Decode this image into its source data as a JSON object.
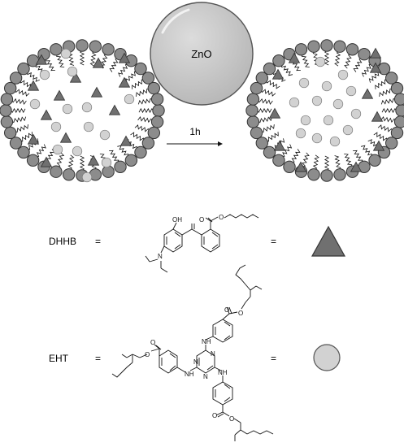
{
  "top": {
    "particle_label": "ZnO",
    "arrow_label": "1h"
  },
  "legend": {
    "dhhb_label": "DHHB",
    "eht_label": "EHT",
    "equals": "="
  },
  "structures": {
    "dhhb_atoms": {
      "oh": "OH",
      "o1": "O",
      "o2": "O",
      "n": "N"
    },
    "eht_atoms": {
      "o": "O",
      "nh": "NH",
      "n": "N"
    }
  },
  "colors": {
    "shell_bead": "#8c8c8c",
    "core_sphere": "#d2d2d2",
    "triangle": "#707070",
    "zno": "#c9c9c9"
  }
}
